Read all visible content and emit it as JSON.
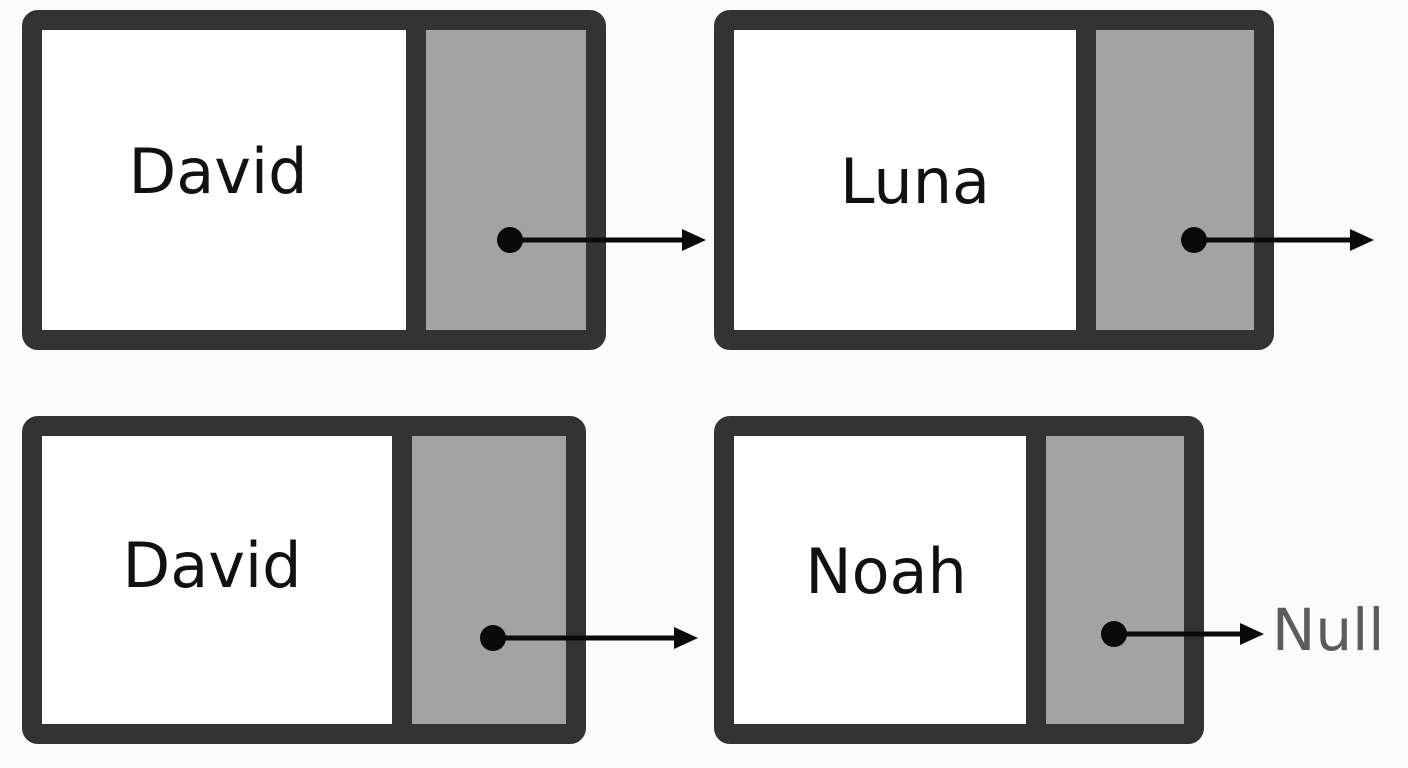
{
  "colors": {
    "background": "#fbfbfb",
    "border": "#333333",
    "data_cell": "#ffffff",
    "pointer_cell": "#a3a3a3",
    "text": "#111111",
    "arrow": "#0a0a0a",
    "null_text": "#5c5c5c"
  },
  "lists": [
    {
      "nodes": [
        {
          "label": "David"
        },
        {
          "label": "Luna"
        }
      ],
      "terminal": ""
    },
    {
      "nodes": [
        {
          "label": "David"
        },
        {
          "label": "Noah"
        }
      ],
      "terminal": "Null"
    }
  ]
}
